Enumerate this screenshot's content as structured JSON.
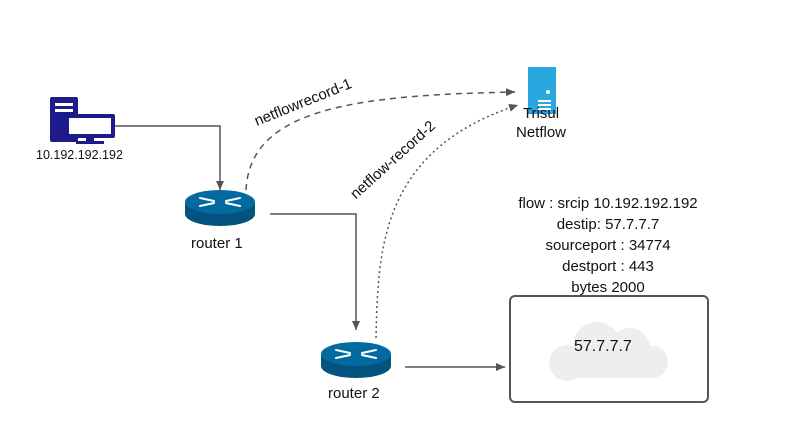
{
  "nodes": {
    "host": {
      "ip": "10.192.192.192"
    },
    "router1": {
      "label": "router 1"
    },
    "router2": {
      "label": "router 2"
    },
    "trisul": {
      "line1": "Trisul",
      "line2": "Netflow"
    },
    "destination": {
      "ip": "57.7.7.7"
    }
  },
  "edges": {
    "netflow1": "netflowrecord-1",
    "netflow2": "netflow-record-2"
  },
  "flow_record": {
    "line1": "flow : srcip 10.192.192.192",
    "line2": "destip: 57.7.7.7",
    "line3": "sourceport : 34774",
    "line4": "destport : 443",
    "line5": "bytes 2000"
  },
  "colors": {
    "host_blue": "#1d1b8c",
    "router_blue": "#036aa0",
    "server_blue": "#29a8e0",
    "line_gray": "#555555",
    "cloud_gray": "#eeeeee"
  }
}
